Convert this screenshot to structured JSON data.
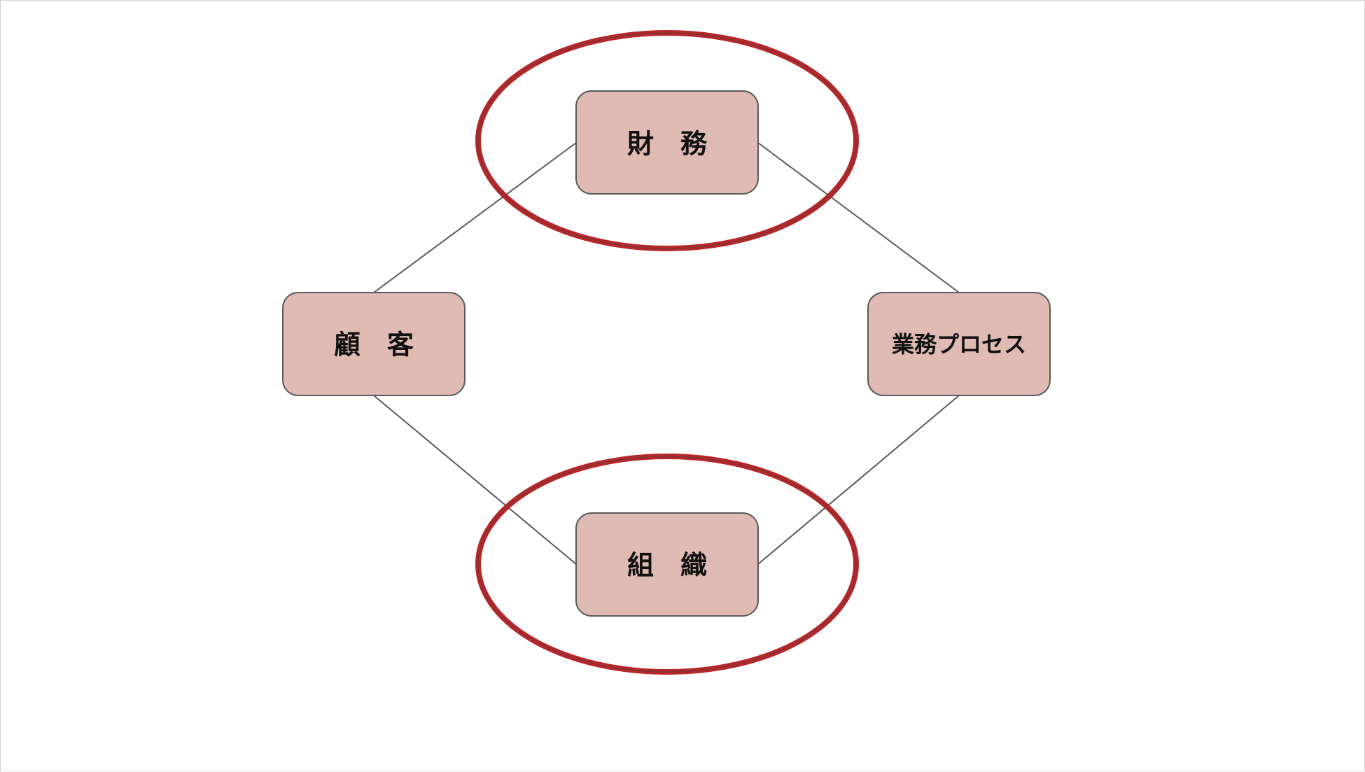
{
  "nodes": {
    "finance": "財　務",
    "customer": "顧　客",
    "process": "業務プロセス",
    "organization": "組　織"
  },
  "colors": {
    "node_fill": "#dfbbb3",
    "node_stroke": "#5a5a5a",
    "connector": "#5a5a5a",
    "highlight_ring": "#b8262a"
  }
}
